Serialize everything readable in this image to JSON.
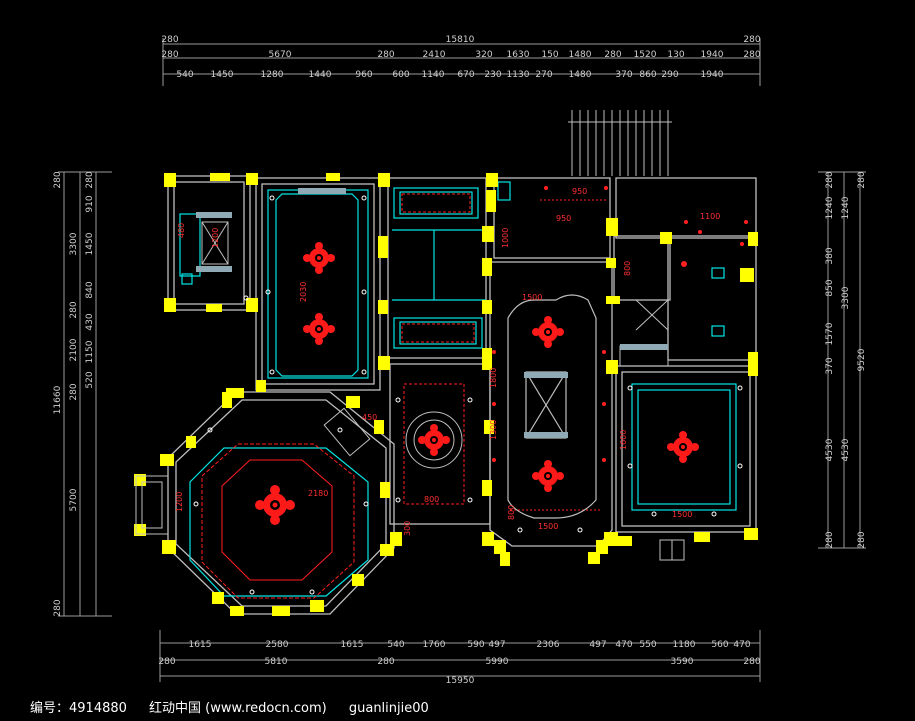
{
  "plan": {
    "top_dims": {
      "overall": "15810",
      "ends": [
        "280",
        "280"
      ],
      "row2": [
        "280",
        "5670",
        "280",
        "2410",
        "320",
        "1630",
        "150",
        "1480",
        "280",
        "1520",
        "130",
        "1940",
        "280"
      ],
      "row3": [
        "540",
        "1450",
        "1280",
        "1440",
        "960",
        "600",
        "1140",
        "670",
        "230",
        "1130",
        "270",
        "1480",
        "370",
        "860",
        "290",
        "1940"
      ]
    },
    "bottom_dims": {
      "overall": "15950",
      "row1": [
        "1615",
        "2580",
        "1615",
        "540",
        "1760",
        "590",
        "497",
        "2306",
        "497",
        "470",
        "550",
        "1180",
        "560",
        "470"
      ],
      "row2": [
        "280",
        "5810",
        "280",
        "5990",
        "3590",
        "280"
      ]
    },
    "left_dims": {
      "overall": "11660",
      "outer": [
        "280",
        "3300",
        "280",
        "2100",
        "280",
        "5700",
        "280"
      ],
      "inner": [
        "280",
        "910",
        "1450",
        "840",
        "430",
        "1150",
        "520"
      ]
    },
    "right_dims": {
      "overall": "9520",
      "outer": [
        "280",
        "1240",
        "3300",
        "4530",
        "280"
      ],
      "inner": [
        "280",
        "1240",
        "380",
        "850",
        "1570",
        "370",
        "4530",
        "280"
      ]
    },
    "room_labels": {
      "r1": "480",
      "r2": "950",
      "r3": "1100",
      "r4": "800",
      "r5": "2030",
      "r6": "1800",
      "r7": "1300",
      "r8": "1600",
      "r9": "1500",
      "r10": "1500",
      "r11": "1500",
      "r12": "800",
      "r13": "800",
      "r14": "1200",
      "r15": "2180",
      "r16": "300",
      "r17": "950",
      "r18": "450",
      "r19": "1200",
      "r20": "1000"
    }
  },
  "footer": {
    "id_label": "编号：4914880",
    "site": "红动中国 (www.redocn.com)",
    "author": "guanlinjie00"
  },
  "colors": {
    "background": "#000000",
    "dimension": "#cfcfcf",
    "wall": "#ffff00",
    "ceiling_line": "#00e5e5",
    "accent": "#ff2020",
    "outline": "#bfbfbf"
  }
}
